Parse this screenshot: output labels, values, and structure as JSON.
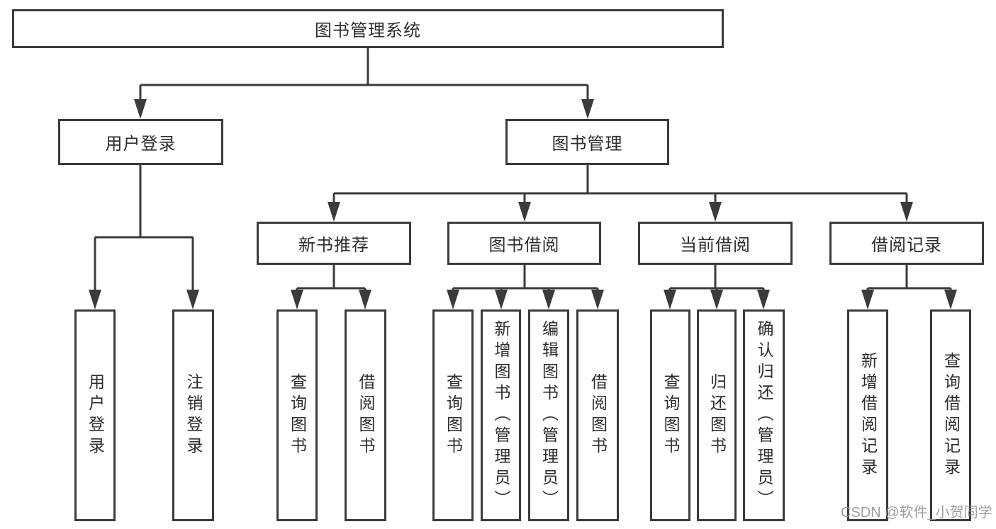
{
  "tree": {
    "label": "图书管理系统",
    "children": [
      {
        "label": "用户登录",
        "children": [
          {
            "label": "用户登录"
          },
          {
            "label": "注销登录"
          }
        ]
      },
      {
        "label": "图书管理",
        "children": [
          {
            "label": "新书推荐",
            "children": [
              {
                "label": "查询图书"
              },
              {
                "label": "借阅图书"
              }
            ]
          },
          {
            "label": "图书借阅",
            "children": [
              {
                "label": "查询图书"
              },
              {
                "label": "新增图书（管理员）"
              },
              {
                "label": "编辑图书（管理员）"
              },
              {
                "label": "借阅图书"
              }
            ]
          },
          {
            "label": "当前借阅",
            "children": [
              {
                "label": "查询图书"
              },
              {
                "label": "归还图书"
              },
              {
                "label": "确认归还（管理员）"
              }
            ]
          },
          {
            "label": "借阅记录",
            "children": [
              {
                "label": "新增借阅记录"
              },
              {
                "label": "查询借阅记录"
              }
            ]
          }
        ]
      }
    ]
  },
  "watermark": {
    "text": "CSDN @软件_小贺同学"
  },
  "colors": {
    "line": "#3b3b3b",
    "text": "#2d2d2d",
    "background": "#ffffff",
    "watermark": "#969696"
  }
}
